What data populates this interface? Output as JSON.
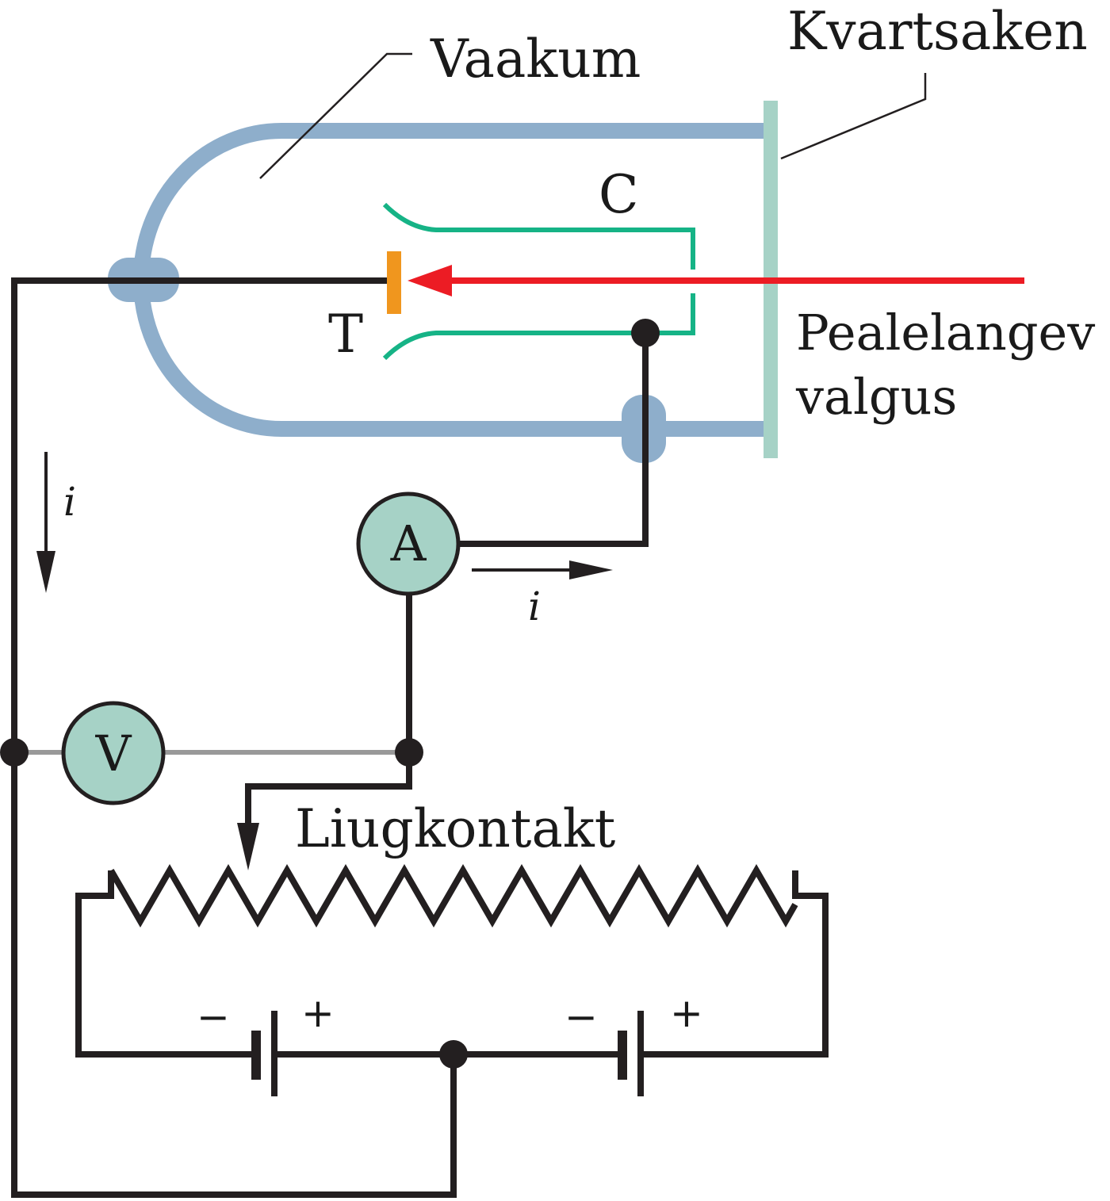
{
  "labels": {
    "vacuum": "Vaakum",
    "quartz_window": "Kvartsaken",
    "collector": "C",
    "target": "T",
    "incident_light_line1": "Pealelangev",
    "incident_light_line2": "valgus",
    "current_left": "i",
    "current_right": "i",
    "ammeter": "A",
    "voltmeter": "V",
    "sliding_contact": "Liugkontakt",
    "battery1_minus": "−",
    "battery1_plus": "+",
    "battery2_minus": "−",
    "battery2_plus": "+"
  },
  "colors": {
    "tube": "#8eaecb",
    "quartz": "#a6d2c6",
    "collector": "#16b386",
    "target": "#f0961e",
    "light_ray": "#ec1c24",
    "wire": "#231f20",
    "voltmeter_wire": "#999999",
    "meter_fill": "#a6d2c6"
  }
}
